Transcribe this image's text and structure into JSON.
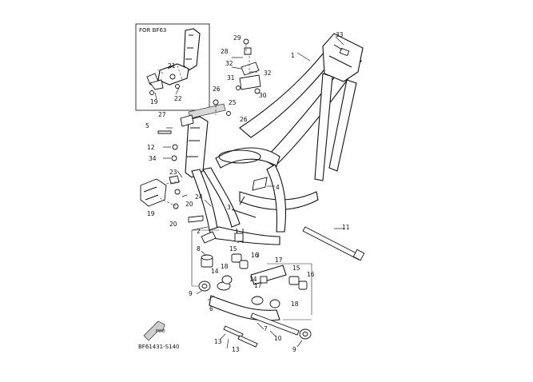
{
  "inset": {
    "title": "FOR BF63"
  },
  "diagram_code": "BF61431-S140",
  "fwd_label": "FWD",
  "callouts": {
    "c1": "1",
    "c2": "2",
    "c3a": "3",
    "c3b": "3",
    "c4": "4",
    "c5": "5",
    "c6": "6",
    "c7": "7",
    "c8": "8",
    "c9a": "9",
    "c9b": "9",
    "c10": "10",
    "c11": "11",
    "c12": "12",
    "c13a": "13",
    "c13b": "13",
    "c14a": "14",
    "c14b": "14",
    "c15a": "15",
    "c15b": "15",
    "c16a": "16",
    "c16b": "16",
    "c17a": "17",
    "c17b": "17",
    "c18a": "18",
    "c18b": "18",
    "c19a": "19",
    "c19b": "19",
    "c20a": "20",
    "c20b": "20",
    "c21": "21",
    "c22": "22",
    "c23": "23",
    "c24": "24",
    "c25": "25",
    "c26a": "26",
    "c26b": "26",
    "c27": "27",
    "c28": "28",
    "c29": "29",
    "c30": "30",
    "c31": "31",
    "c32a": "32",
    "c32b": "32",
    "c33": "33",
    "c34": "34"
  }
}
